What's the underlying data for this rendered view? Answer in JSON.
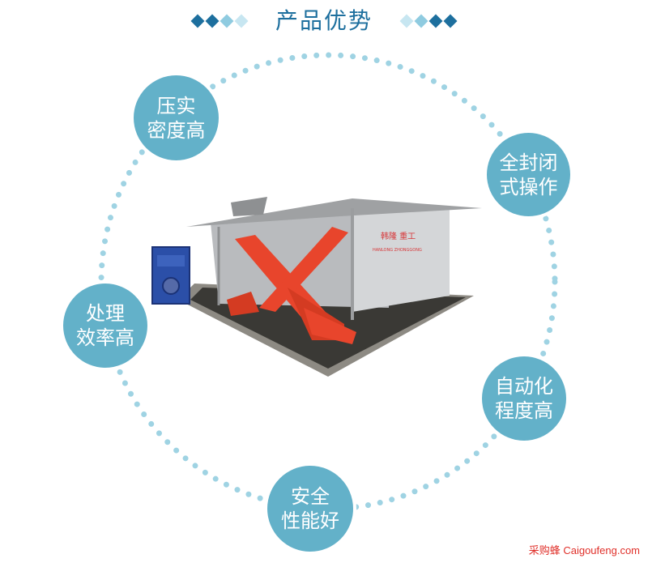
{
  "header": {
    "title": "产品优势"
  },
  "features": [
    {
      "id": "compaction",
      "line1": "压实",
      "line2": "密度高"
    },
    {
      "id": "enclosed",
      "line1": "全封闭",
      "line2": "式操作"
    },
    {
      "id": "efficiency",
      "line1": "处理",
      "line2": "效率高"
    },
    {
      "id": "automation",
      "line1": "自动化",
      "line2": "程度高"
    },
    {
      "id": "safety",
      "line1": "安全",
      "line2": "性能好"
    }
  ],
  "product": {
    "brand_text": "韩隆 重工",
    "brand_sub": "HANLONG ZHONGGONG"
  },
  "watermark": {
    "text": "采购蜂 Caigoufeng.com"
  },
  "colors": {
    "title": "#1d6f9e",
    "badge": "#63b1c9",
    "dots": "#9fd3e3",
    "lift": "#e8452c",
    "watermark": "#e0302a"
  }
}
